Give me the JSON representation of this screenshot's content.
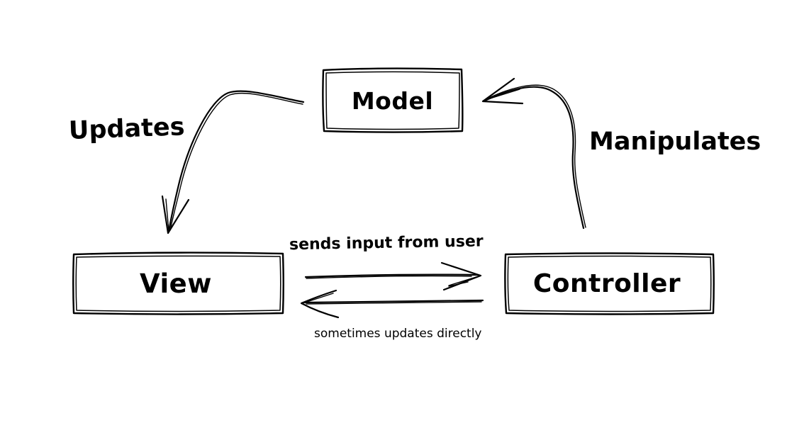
{
  "canvas": {
    "background_color": "#ffffff",
    "ink_color": "#000000"
  },
  "nodes": {
    "model": {
      "label": "Model"
    },
    "view": {
      "label": "View"
    },
    "controller": {
      "label": "Controller"
    }
  },
  "edges": {
    "updates": {
      "label": "Updates",
      "from": "Model",
      "to": "View"
    },
    "manipulates": {
      "label": "Manipulates",
      "from": "Controller",
      "to": "Model"
    },
    "sends_input": {
      "label": "sends input from user",
      "from": "View",
      "to": "Controller"
    },
    "updates_directly": {
      "label": "sometimes updates directly",
      "from": "Controller",
      "to": "View"
    }
  }
}
